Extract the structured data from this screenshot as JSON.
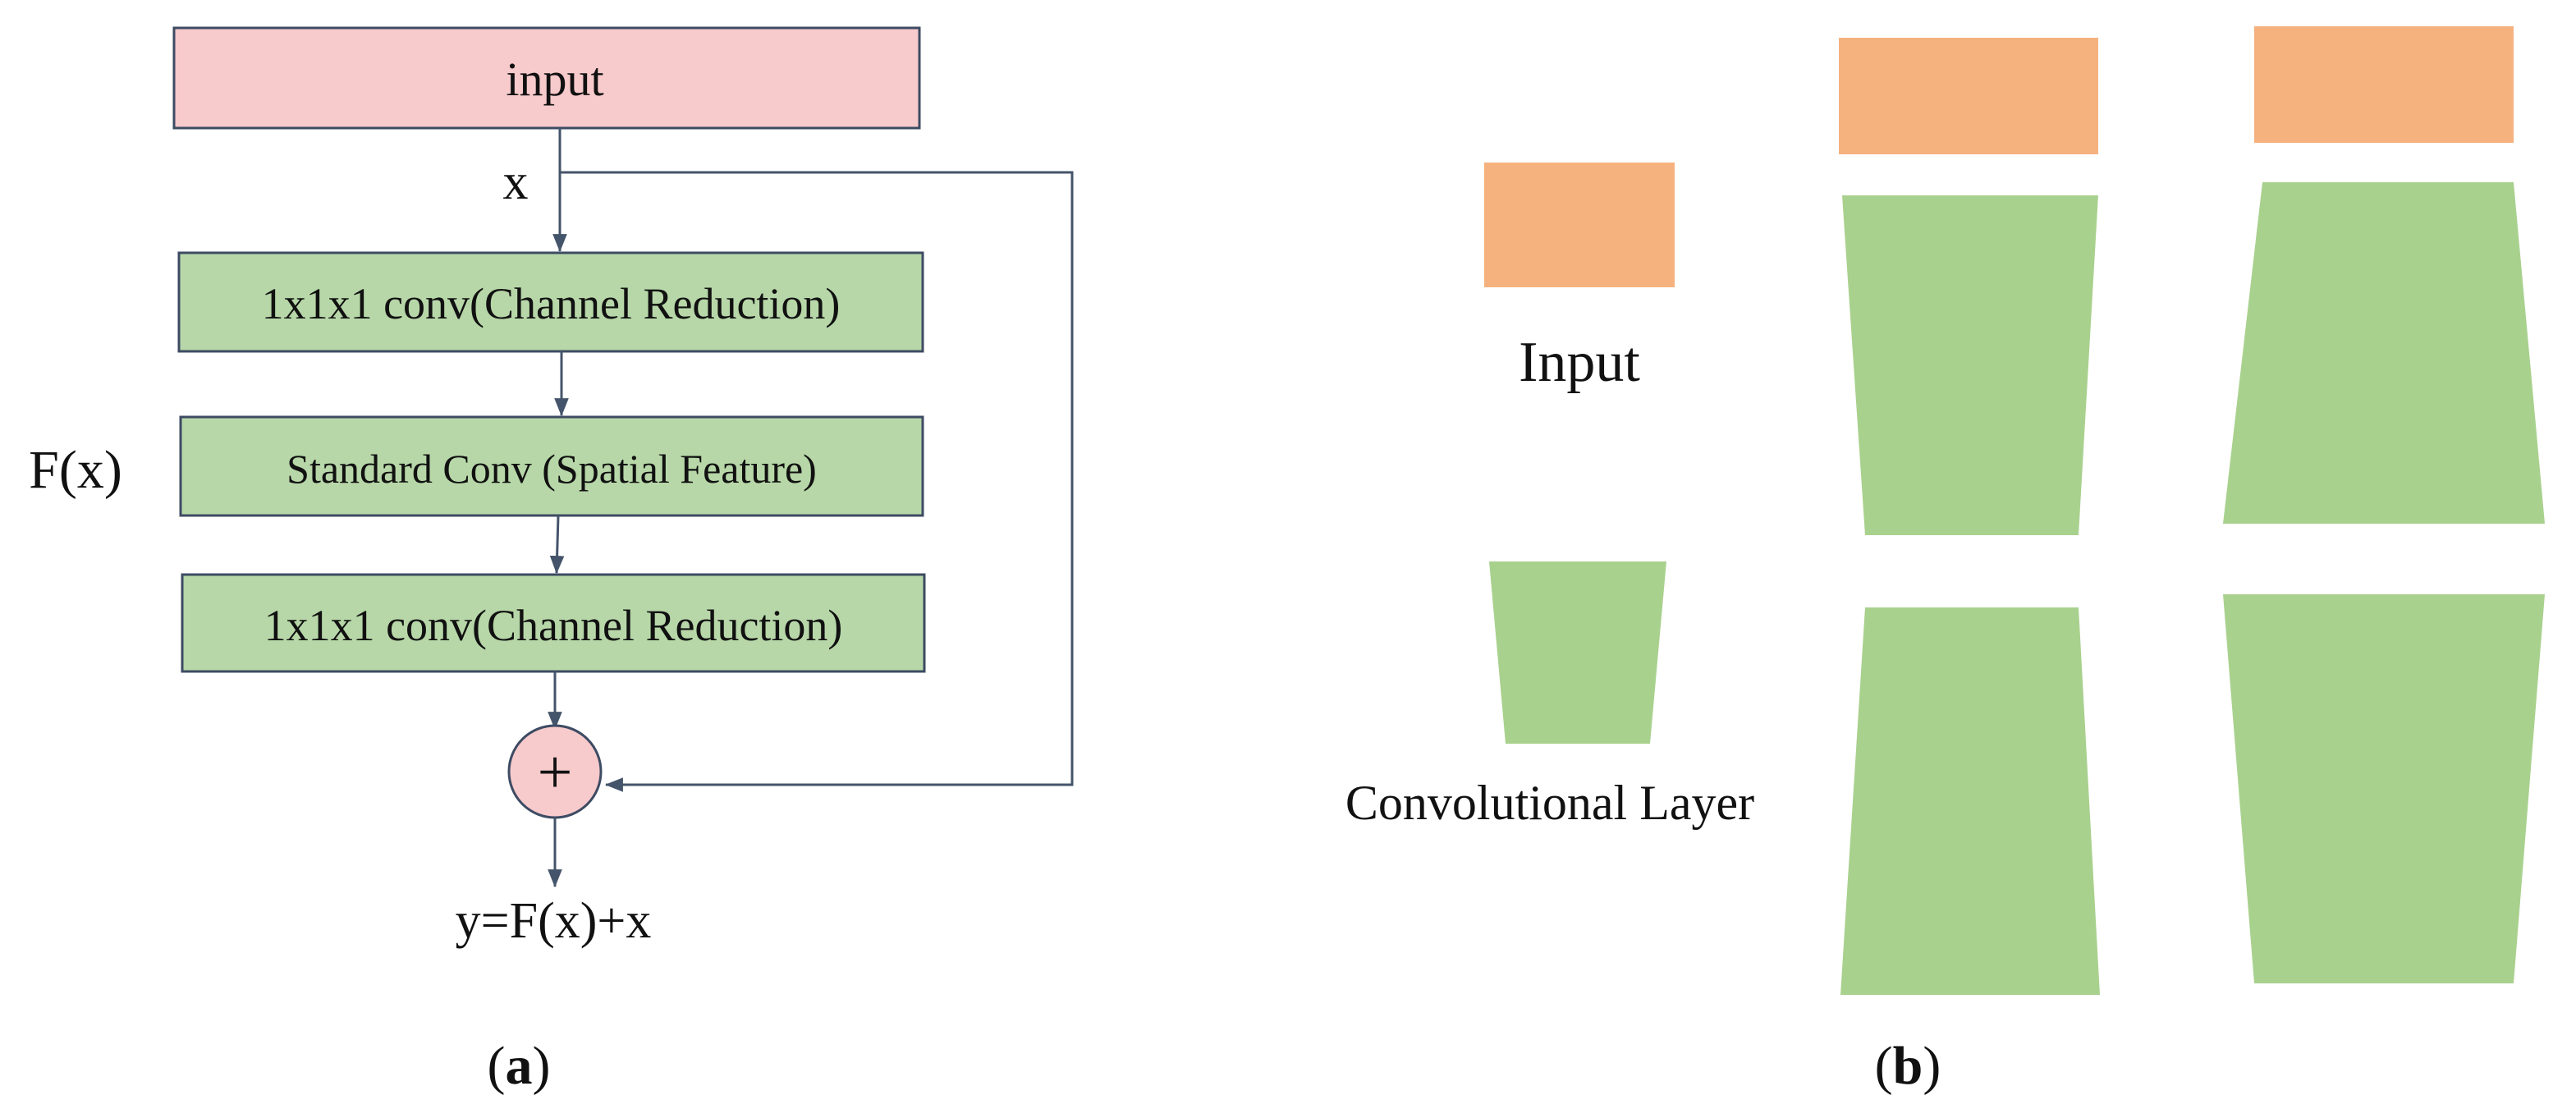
{
  "panel_a": {
    "input_label": "input",
    "x_label": "x",
    "fx_label": "F(x)",
    "block1_label": "1x1x1 conv(Channel Reduction)",
    "block2_label": "Standard Conv (Spatial Feature)",
    "block3_label": "1x1x1 conv(Channel Reduction)",
    "add_symbol": "+",
    "output_label": "y=F(x)+x",
    "caption_letter": "a"
  },
  "panel_b": {
    "legend_input_label": "Input",
    "legend_conv_label": "Convolutional Layer",
    "caption_letter": "b"
  },
  "colors": {
    "input_fill": "#f7cacb",
    "conv_fill": "#b7d7a8",
    "box_stroke": "#3d4b63",
    "arrow": "#44546a",
    "orange": "#f5b27f",
    "green": "#a9d18e"
  }
}
